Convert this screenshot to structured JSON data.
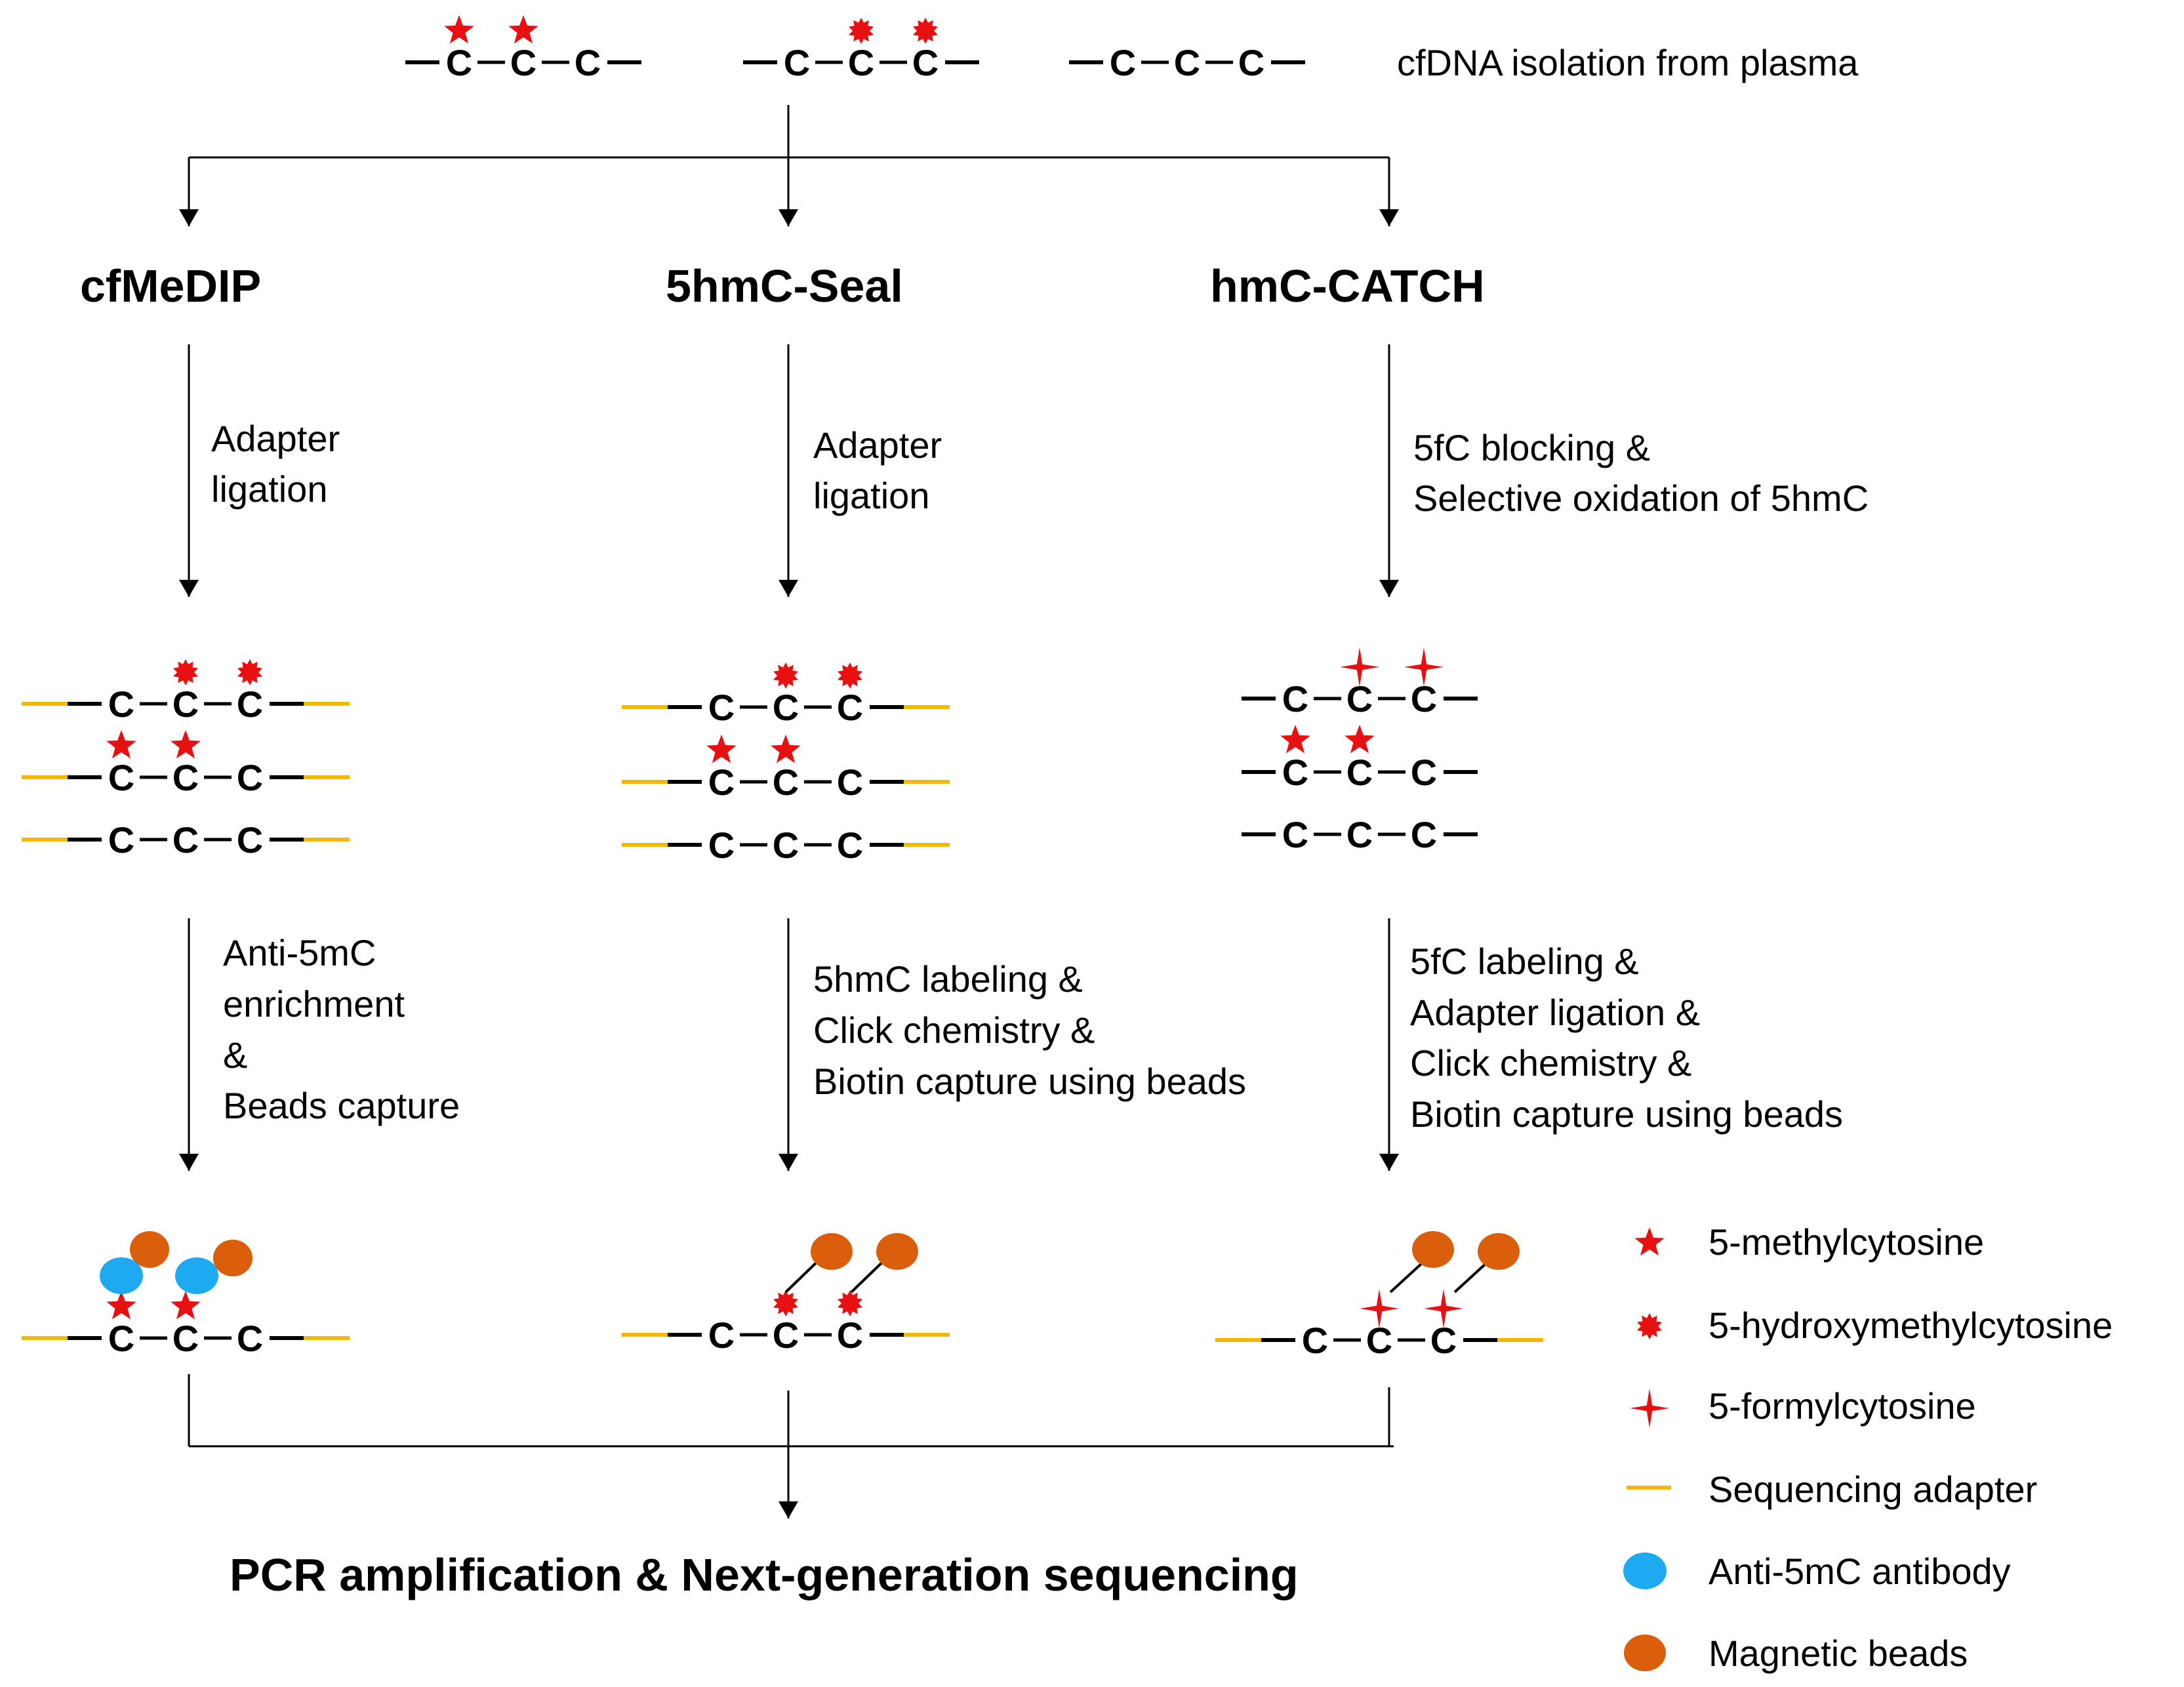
{
  "nucleotide": "C",
  "top_label": "cfDNA isolation from plasma",
  "methods": [
    {
      "name": "cfMeDIP",
      "step1": [
        "Adapter",
        "ligation"
      ],
      "step2": [
        "Anti-5mC",
        "enrichment",
        "&",
        "Beads capture"
      ]
    },
    {
      "name": "5hmC-Seal",
      "step1": [
        "Adapter",
        "ligation"
      ],
      "step2": [
        "5hmC labeling &",
        "Click chemistry &",
        "Biotin capture using beads"
      ]
    },
    {
      "name": "hmC-CATCH",
      "step1": [
        "5fC blocking &",
        "Selective oxidation of 5hmC"
      ],
      "step2": [
        "5fC labeling &",
        "Adapter ligation &",
        "Click chemistry &",
        "Biotin capture using beads"
      ]
    }
  ],
  "final_label": "PCR amplification & Next-generation sequencing",
  "legend": [
    {
      "label": "5-methylcytosine",
      "icon": "star-icon"
    },
    {
      "label": "5-hydroxymethylcytosine",
      "icon": "burst-icon"
    },
    {
      "label": "5-formylcytosine",
      "icon": "four-point-star-icon"
    },
    {
      "label": "Sequencing adapter",
      "icon": "adapter-line-icon"
    },
    {
      "label": "Anti-5mC antibody",
      "icon": "antibody-ellipse-icon"
    },
    {
      "label": "Magnetic beads",
      "icon": "bead-ellipse-icon"
    }
  ],
  "colors": {
    "modification": "#E81010",
    "adapter": "#F5B800",
    "antibody": "#1EAAF0",
    "bead": "#DA5E0B",
    "line": "#000000"
  }
}
